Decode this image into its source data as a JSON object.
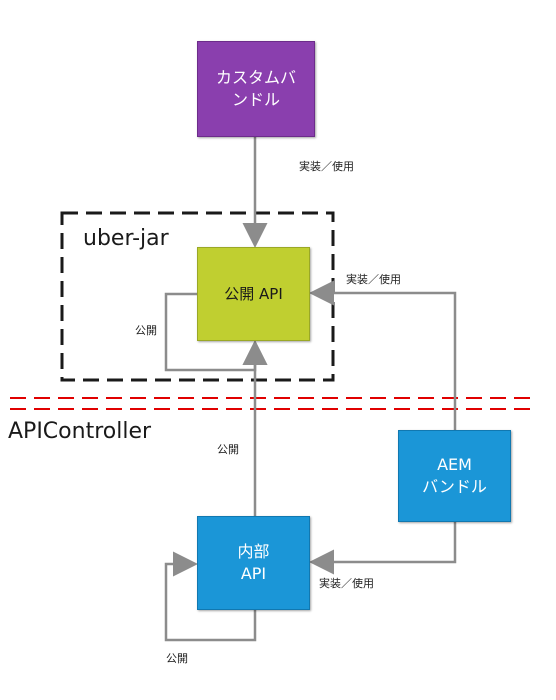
{
  "colors": {
    "purple": "#8a3fae",
    "lime": "#c0cf30",
    "blue": "#1b96d7",
    "arrow_gray": "#8c8c8c",
    "separator_red": "#e00000"
  },
  "boxes": {
    "custom_bundle": "カスタムバ\nンドル",
    "public_api": "公開 API",
    "aem_bundle": "AEM\nバンドル",
    "internal_api": "内部\nAPI"
  },
  "regions": {
    "uber_jar": "uber-jar",
    "api_controller": "APIController"
  },
  "edge_labels": {
    "implement_use_top": "実装／使用",
    "implement_use_right": "実装／使用",
    "public_loop_top": "公開",
    "public_middle": "公開",
    "implement_use_bottom": "実装／使用",
    "public_loop_bottom": "公開"
  }
}
